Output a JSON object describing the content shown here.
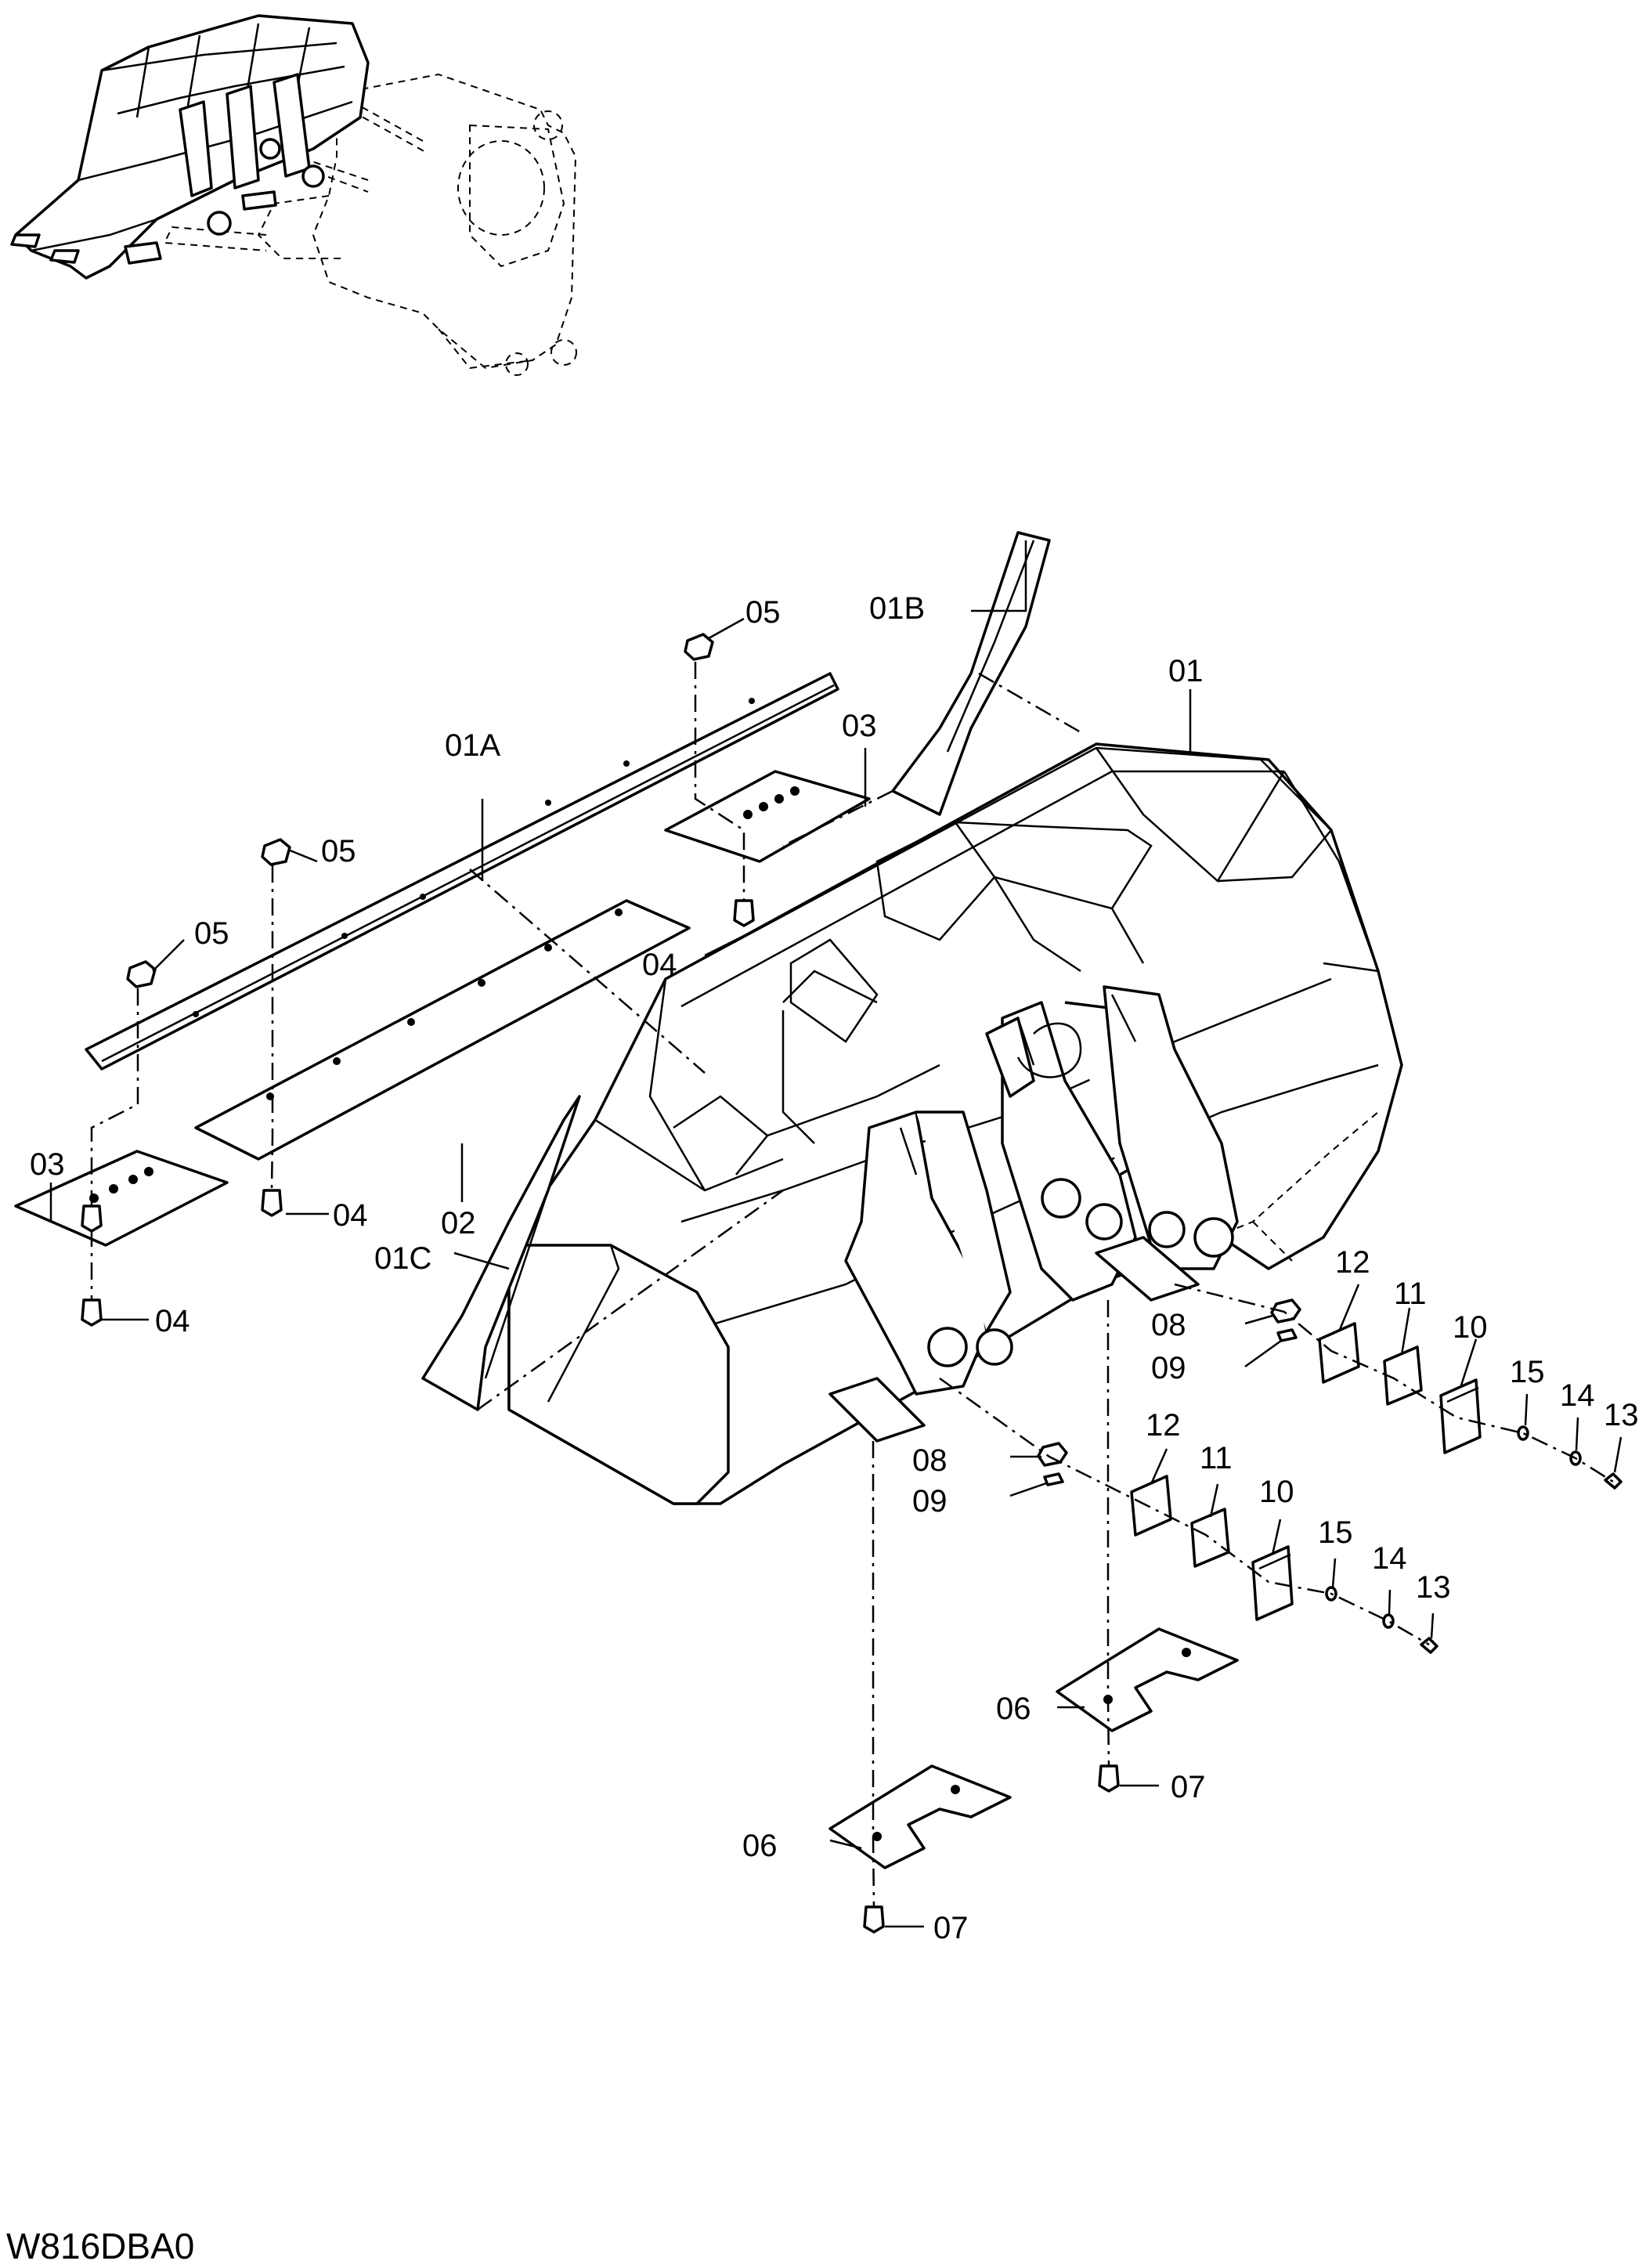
{
  "drawing_code": "W816DBA0",
  "overview_view": "bucket-assembly-overview",
  "callouts": {
    "c01": "01",
    "c01A": "01A",
    "c01B": "01B",
    "c01C": "01C",
    "c02": "02",
    "c03_top": "03",
    "c03_left": "03",
    "c04_top": "04",
    "c04_mid": "04",
    "c04_low": "04",
    "c05_top": "05",
    "c05_mid": "05",
    "c05_low": "05",
    "c06_right": "06",
    "c06_left": "06",
    "c07_right": "07",
    "c07_left": "07",
    "c08_upper": "08",
    "c08_lower": "08",
    "c09_upper": "09",
    "c09_lower": "09",
    "c10_upper": "10",
    "c10_lower": "10",
    "c11_upper": "11",
    "c11_lower": "11",
    "c12_upper": "12",
    "c12_lower": "12",
    "c13_upper": "13",
    "c13_lower": "13",
    "c14_upper": "14",
    "c14_lower": "14",
    "c15_upper": "15",
    "c15_lower": "15"
  }
}
